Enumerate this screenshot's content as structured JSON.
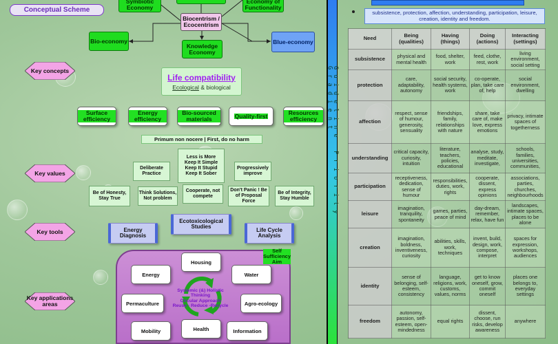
{
  "left": {
    "title": "Conceptual Scheme",
    "top_nodes": {
      "symbiotic": "Symbiotic Economy",
      "functionality": "Economy of Functionality",
      "biocentrism": "Biocentrism / Ecocentrism",
      "bio_economy": "Bio-economy",
      "blue_economy": "Blue-economy",
      "knowledge": "Knowledge Economy"
    },
    "diamonds": {
      "concepts": "Key concepts",
      "values": "Key values",
      "tools": "Key tools",
      "applications": "Key applications areas"
    },
    "life": {
      "title": "Life compatibility",
      "sub_underlined": "Ecological",
      "sub_rest": " & biological"
    },
    "concepts": [
      "Surface efficiency",
      "Energy efficiency",
      "Bio-sourced materials",
      "Quality-first",
      "Resources efficiency"
    ],
    "primum": "Primum non nocere | First, do no harm",
    "values": {
      "kiss": "Less is More\nKeep It Simple\nKeep It Stupid\nKeep It Sober",
      "deliberate": "Deliberate Practice",
      "progressive": "Progressively improve",
      "honesty": "Be of Honesty, Stay True",
      "think": "Think Solutions, Not problem",
      "cooperate": "Cooperate, not compete",
      "panic": "Don't Panic ! Be of Proposal Force",
      "integrity": "Be of Integrity, Stay Humble"
    },
    "tools": {
      "energy": "Energy Diagnosis",
      "eco": "Ecotoxicological Studies",
      "lca": "Life Cycle Analysis"
    },
    "applications": {
      "housing": "Housing",
      "energy": "Energy",
      "water": "Water",
      "permaculture": "Permaculture",
      "agro": "Agro-ecology",
      "mobility": "Mobility",
      "health": "Health",
      "information": "Information",
      "self_sufficiency": "Self Sufficiency Aim",
      "cycle": "Systemic (&) Holistic Thinking\nCircular Approach\nReuse - Reduce -Recycle"
    }
  },
  "divider": {
    "text": "Guideline Priority Gradient"
  },
  "right": {
    "needs_text": "subsistence, protection, affection, understanding, participation, leisure, creation, identity and freedom.",
    "headers": [
      "Need",
      "Being (qualities)",
      "Having (things)",
      "Doing (actions)",
      "Interacting (settings)"
    ],
    "rows": [
      [
        "subsistence",
        "physical and mental health",
        "food, shelter, work",
        "feed, clothe, rest, work",
        "living environment, social setting"
      ],
      [
        "protection",
        "care, adaptability, autonomy",
        "social security, health systems, work",
        "co-operate, plan, take care of, help",
        "social environment, dwelling"
      ],
      [
        "affection",
        "respect, sense of humour, generosity, sensuality",
        "friendships, family, relationships with nature",
        "share, take care of, make love, express emotions",
        "privacy, intimate spaces of togetherness"
      ],
      [
        "understanding",
        "critical capacity, curiosity, intuition",
        "literature, teachers, policies, educational",
        "analyse, study, meditate, investigate,",
        "schools, families, universities, communities,"
      ],
      [
        "participation",
        "receptiveness, dedication, sense of humour",
        "responsibilities, duties, work, rights",
        "cooperate, dissent, express opinions",
        "associations, parties, churches, neighbourhoods"
      ],
      [
        "leisure",
        "imagination, tranquility, spontaneity",
        "games, parties, peace of mind",
        "day-dream, remember, relax, have fun",
        "landscapes, intimate spaces, places to be alone"
      ],
      [
        "creation",
        "imagination, boldness, inventiveness, curiosity",
        "abilities, skills, work, techniques",
        "invent, build, design, work, compose, interpret",
        "spaces for expression, workshops, audiences"
      ],
      [
        "identity",
        "sense of belonging, self-esteem, consistency",
        "language, religions, work, customs, values, norms",
        "get to know oneself, grow, commit oneself",
        "places one belongs to, everyday settings"
      ],
      [
        "freedom",
        "autonomy, passion, self-esteem, open-mindedness",
        "equal rights",
        "dissent, choose, run risks, develop awareness",
        "anywhere"
      ]
    ]
  },
  "colors": {
    "green": "#1fdc1f",
    "pink": "#f1c7ea",
    "blue": "#6fa3f5",
    "purple": "#a020f0"
  },
  "icons": [
    "recycle-arrows-icon"
  ]
}
